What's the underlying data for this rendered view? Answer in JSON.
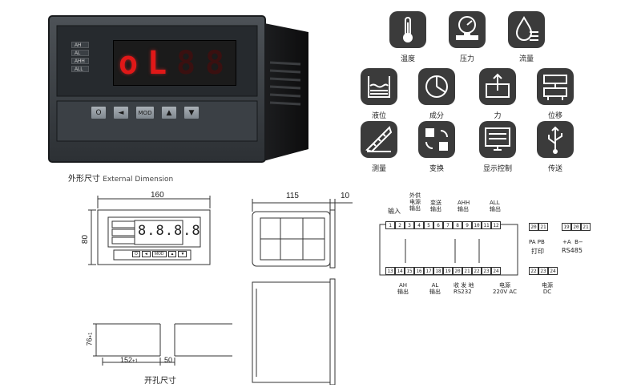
{
  "device": {
    "indicators": [
      "AH",
      "AL",
      "AHH",
      "ALL"
    ],
    "display": {
      "digits": [
        "o",
        "L",
        "8",
        "8"
      ],
      "lit": [
        true,
        true,
        false,
        false
      ]
    },
    "keys": [
      "O",
      "◄",
      "MOD",
      "▲",
      "▼"
    ]
  },
  "caption_external": {
    "cn": "外形尺寸",
    "en": "External Dimension"
  },
  "icons": [
    {
      "icon": "thermometer-icon",
      "label": "温度"
    },
    {
      "icon": "pressure-gauge-icon",
      "label": "压力"
    },
    {
      "icon": "flow-icon",
      "label": "流量"
    },
    {
      "icon": "liquid-level-icon",
      "label": "液位"
    },
    {
      "icon": "pie-chart-icon",
      "label": "成分"
    },
    {
      "icon": "force-icon",
      "label": "力"
    },
    {
      "icon": "displacement-icon",
      "label": "位移"
    },
    {
      "icon": "ruler-icon",
      "label": "测量"
    },
    {
      "icon": "transform-arrows-icon",
      "label": "变换"
    },
    {
      "icon": "display-control-icon",
      "label": "显示控制"
    },
    {
      "icon": "usb-icon",
      "label": "传送"
    }
  ],
  "front_view": {
    "width": "160",
    "height": "80",
    "display": "8.8.8.8",
    "keys": [
      "O",
      "◄",
      "MOD",
      "▲",
      "▼"
    ]
  },
  "side_view": {
    "width": "115",
    "depth": "10"
  },
  "cutout": {
    "height": "76",
    "height_tol": "+1",
    "width": "152",
    "width_tol": "+1",
    "gap": "50",
    "caption": "开孔尺寸"
  },
  "wiring": {
    "top_terminals": [
      "1",
      "2",
      "3",
      "4",
      "5",
      "6",
      "7",
      "8",
      "9",
      "10",
      "11",
      "12"
    ],
    "bottom_terminals": [
      "13",
      "14",
      "15",
      "16",
      "17",
      "18",
      "19",
      "20",
      "21",
      "22",
      "23",
      "24"
    ],
    "top_labels": {
      "input": "输入",
      "ext_power_1": "外供",
      "ext_power_2": "电源",
      "ext_power_3": "输出",
      "transmit_1": "变送",
      "transmit_2": "输出",
      "ahh_1": "AHH",
      "ahh_2": "输出",
      "all_1": "ALL",
      "all_2": "输出"
    },
    "bottom_labels": {
      "ah_1": "AH",
      "ah_2": "输出",
      "al_1": "AL",
      "al_2": "输出",
      "rs232_1": "收 发 地",
      "rs232_2": "RS232",
      "ac_1": "电源",
      "ac_2": "220V AC",
      "dc_1": "电源",
      "dc_2": "DC"
    },
    "print_terminals": [
      "20",
      "21"
    ],
    "print_pins": "PA PB",
    "print_label": "打印",
    "rs485_terminals": [
      "19",
      "20",
      "21"
    ],
    "rs485_pins": "+A  B−",
    "rs485_label": "RS485",
    "dc_terminals": [
      "22",
      "23",
      "24"
    ]
  }
}
